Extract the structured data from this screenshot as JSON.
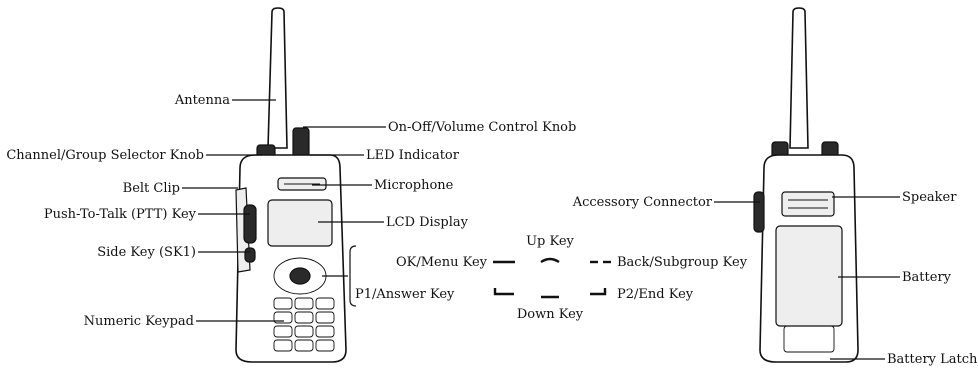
{
  "front_labels": {
    "antenna": "Antenna",
    "on_off_volume_knob": "On-Off/Volume Control Knob",
    "channel_group_selector_knob": "Channel/Group Selector Knob",
    "led_indicator": "LED Indicator",
    "belt_clip": "Belt Clip",
    "microphone": "Microphone",
    "ptt_key": "Push-To-Talk (PTT) Key",
    "lcd_display": "LCD Display",
    "side_key": "Side Key (SK1)",
    "numeric_keypad": "Numeric Keypad"
  },
  "keypad_legend": {
    "up_key": "Up Key",
    "ok_menu_key": "OK/Menu Key",
    "back_subgroup_key": "Back/Subgroup Key",
    "p1_answer_key": "P1/Answer Key",
    "p2_end_key": "P2/End Key",
    "down_key": "Down Key"
  },
  "back_labels": {
    "accessory_connector": "Accessory Connector",
    "speaker": "Speaker",
    "battery": "Battery",
    "battery_latch": "Battery Latch"
  },
  "colors": {
    "line": "#111111",
    "background": "#ffffff"
  }
}
